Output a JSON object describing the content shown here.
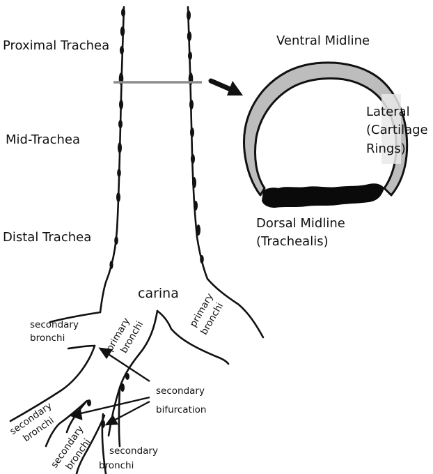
{
  "labels": {
    "proximal_trachea": "Proximal Trachea",
    "mid_trachea": "Mid-Trachea",
    "distal_trachea": "Distal Trachea",
    "carina": "carina",
    "ventral_midline": "Ventral Midline",
    "lateral_line1": "Lateral",
    "lateral_line2": "(Cartilage",
    "lateral_line3": "Rings)",
    "dorsal_line1": "Dorsal Midline",
    "dorsal_line2": "(Trachealis)",
    "secondary_bronchi_left_line1": "secondary",
    "secondary_bronchi_left_line2": "bronchi",
    "primary_bronchi_left_line1": "primary",
    "primary_bronchi_left_line2": "bronchi",
    "primary_bronchi_right_line1": "primary",
    "primary_bronchi_right_line2": "bronchi",
    "secondary_bifurcation_line1": "secondary",
    "secondary_bifurcation_line2": "bifurcation",
    "secondary_bronchi_lowleft_line1": "secondary",
    "secondary_bronchi_lowleft_line2": "bronchi",
    "secondary_bronchi_lowmid_line1": "secondary",
    "secondary_bronchi_lowmid_line2": "bronchi",
    "secondary_bronchi_bottom_line1": "secondary",
    "secondary_bronchi_bottom_line2": "bronchi"
  },
  "colors": {
    "outline": "#111111",
    "cartilage_fill": "#bdbdbd",
    "cartilage_highlight": "#e6e6e6",
    "section_line": "#8c8c8c",
    "trachealis": "#0a0a0a"
  }
}
